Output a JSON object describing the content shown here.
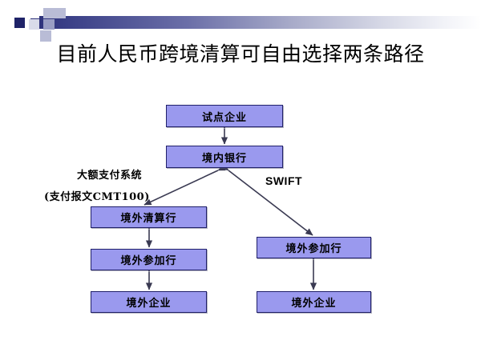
{
  "slide": {
    "title": "目前人民币跨境清算可自由选择两条路径",
    "background_color": "#ffffff"
  },
  "header": {
    "gradient_from": "#2b2f78",
    "gradient_to": "#ffffff",
    "accent_square_color": "#1f2368"
  },
  "diagram": {
    "type": "flowchart",
    "node_fill": "#9a99ee",
    "node_border": "#20206a",
    "arrow_color": "#3a3a52",
    "nodes": [
      {
        "id": "pilot",
        "label": "试点企业",
        "column": "center"
      },
      {
        "id": "dombank",
        "label": "境内银行",
        "column": "center"
      },
      {
        "id": "clearing",
        "label": "境外清算行",
        "column": "left"
      },
      {
        "id": "partL",
        "label": "境外参加行",
        "column": "left"
      },
      {
        "id": "corpL",
        "label": "境外企业",
        "column": "left"
      },
      {
        "id": "partR",
        "label": "境外参加行",
        "column": "right"
      },
      {
        "id": "corpR",
        "label": "境外企业",
        "column": "right"
      }
    ],
    "edges": [
      {
        "from": "pilot",
        "to": "dombank",
        "style": "double-arrow"
      },
      {
        "from": "dombank",
        "to": "clearing",
        "style": "double-arrow",
        "channel": "大额支付系统"
      },
      {
        "from": "dombank",
        "to": "partR",
        "style": "double-arrow",
        "channel": "SWIFT"
      },
      {
        "from": "clearing",
        "to": "partL",
        "style": "double-arrow"
      },
      {
        "from": "partL",
        "to": "corpL",
        "style": "double-arrow"
      },
      {
        "from": "partR",
        "to": "corpR",
        "style": "double-arrow"
      }
    ],
    "labels": {
      "cnaps_line1": "大额支付系统",
      "cnaps_line2": "(支付报文CMT100)",
      "swift": "SWIFT"
    }
  }
}
